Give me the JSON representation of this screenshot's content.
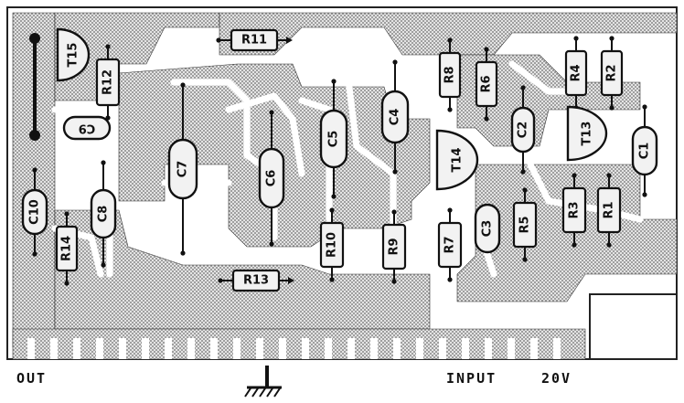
{
  "components": [
    {
      "id": "T15",
      "kind": "transistor",
      "label": "T15"
    },
    {
      "id": "R12",
      "kind": "resistor",
      "label": "R12"
    },
    {
      "id": "C9",
      "kind": "capacitor",
      "label": "C9"
    },
    {
      "id": "R11",
      "kind": "resistor",
      "label": "R11"
    },
    {
      "id": "C7",
      "kind": "capacitor",
      "label": "C7"
    },
    {
      "id": "C6",
      "kind": "capacitor",
      "label": "C6"
    },
    {
      "id": "C5",
      "kind": "capacitor",
      "label": "C5"
    },
    {
      "id": "C4",
      "kind": "capacitor",
      "label": "C4"
    },
    {
      "id": "R8",
      "kind": "resistor",
      "label": "R8"
    },
    {
      "id": "R6",
      "kind": "resistor",
      "label": "R6"
    },
    {
      "id": "T14",
      "kind": "transistor",
      "label": "T14"
    },
    {
      "id": "C2",
      "kind": "capacitor",
      "label": "C2"
    },
    {
      "id": "R4",
      "kind": "resistor",
      "label": "R4"
    },
    {
      "id": "R2",
      "kind": "resistor",
      "label": "R2"
    },
    {
      "id": "T13",
      "kind": "transistor",
      "label": "T13"
    },
    {
      "id": "C1",
      "kind": "capacitor",
      "label": "C1"
    },
    {
      "id": "C10",
      "kind": "capacitor",
      "label": "C10"
    },
    {
      "id": "C8",
      "kind": "capacitor",
      "label": "C8"
    },
    {
      "id": "R14",
      "kind": "resistor",
      "label": "R14"
    },
    {
      "id": "R13",
      "kind": "resistor",
      "label": "R13"
    },
    {
      "id": "R10",
      "kind": "resistor",
      "label": "R10"
    },
    {
      "id": "R9",
      "kind": "resistor",
      "label": "R9"
    },
    {
      "id": "R7",
      "kind": "resistor",
      "label": "R7"
    },
    {
      "id": "C3",
      "kind": "capacitor",
      "label": "C3"
    },
    {
      "id": "R5",
      "kind": "resistor",
      "label": "R5"
    },
    {
      "id": "R3",
      "kind": "resistor",
      "label": "R3"
    },
    {
      "id": "R1",
      "kind": "resistor",
      "label": "R1"
    }
  ],
  "terminals": {
    "out": "OUT",
    "input": "INPUT",
    "supply": "20V",
    "ground_icon": "ground-symbol-icon"
  },
  "colors": {
    "board": "#ffffff",
    "copper_dots": "#7a7a7a",
    "ink": "#111111",
    "body_fill": "#f2f2f2"
  }
}
